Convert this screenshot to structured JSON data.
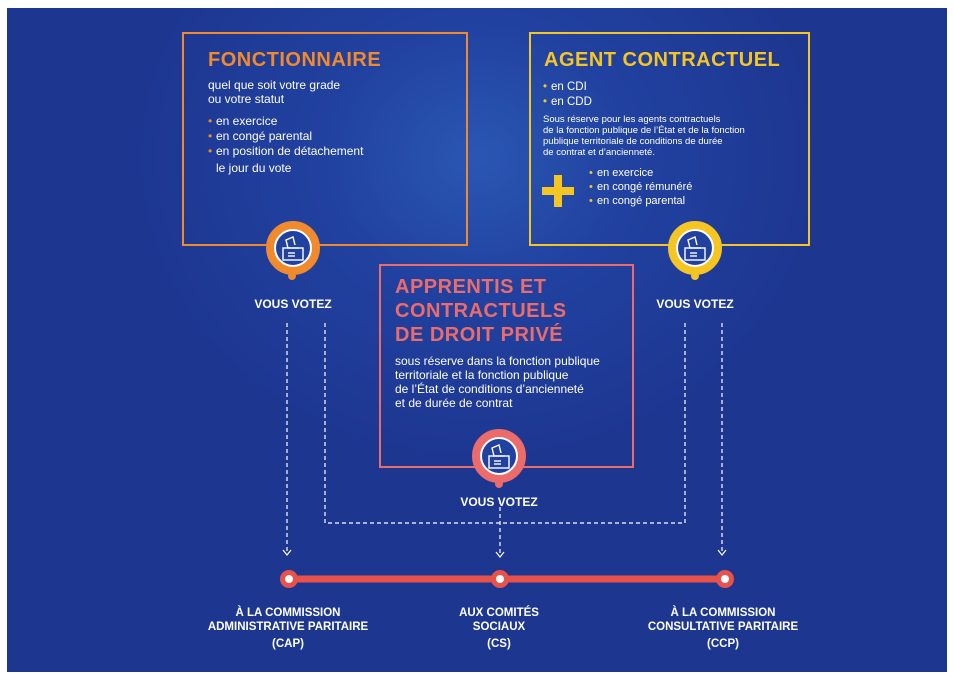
{
  "colors": {
    "background": "#2141a0",
    "orange": "#f08a2c",
    "yellow": "#f5c623",
    "pink": "#ec6b6b",
    "timeline": "#e8524a"
  },
  "fonctionnaire": {
    "title": "FONCTIONNAIRE",
    "subtitle_line1": "quel que soit votre grade",
    "subtitle_line2": "ou votre statut",
    "items": [
      "en exercice",
      "en congé parental",
      "en position de détachement"
    ],
    "item_continuation": "le jour du vote",
    "icon": "ballot-box-icon",
    "vote_label": "VOUS VOTEZ"
  },
  "agent": {
    "title": "AGENT CONTRACTUEL",
    "items": [
      "en CDI",
      "en CDD"
    ],
    "note_lines": [
      "Sous réserve pour les agents contractuels",
      "de la fonction publique de l’État et de la fonction",
      "publique territoriale de conditions de durée",
      "de contrat et d’ancienneté."
    ],
    "plus_icon": "plus-icon",
    "plus_items": [
      "en exercice",
      "en congé rémunéré",
      "en congé parental"
    ],
    "icon": "ballot-box-icon",
    "vote_label": "VOUS VOTEZ"
  },
  "apprentis": {
    "title_lines": [
      "APPRENTIS ET",
      "CONTRACTUELS",
      "DE DROIT PRIVÉ"
    ],
    "text_lines": [
      "sous réserve dans la fonction publique",
      "territoriale et la fonction publique",
      "de l’État de conditions d’ancienneté",
      "et de durée de contrat"
    ],
    "icon": "ballot-box-icon",
    "vote_label": "VOUS VOTEZ"
  },
  "destinations": [
    {
      "line1": "À LA COMMISSION",
      "line2": "ADMINISTRATIVE PARITAIRE",
      "line3": "(CAP)"
    },
    {
      "line1": "AUX COMITÉS",
      "line2": "SOCIAUX",
      "line3": "(CS)"
    },
    {
      "line1": "À LA COMMISSION",
      "line2": "CONSULTATIVE PARITAIRE",
      "line3": "(CCP)"
    }
  ]
}
